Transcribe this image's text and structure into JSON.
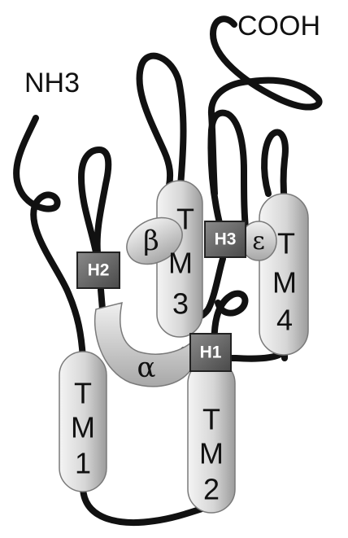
{
  "termini": {
    "n": "NH3",
    "c": "COOH"
  },
  "helices": {
    "tm1": [
      "T",
      "M",
      "1"
    ],
    "tm2": [
      "T",
      "M",
      "2"
    ],
    "tm3": [
      "T",
      "M",
      "3"
    ],
    "tm4": [
      "T",
      "M",
      "4"
    ],
    "alpha": "α",
    "beta": "β",
    "epsilon": "ε"
  },
  "boxes": {
    "h1": "H1",
    "h2": "H2",
    "h3": "H3"
  },
  "colors": {
    "chain": "#111111",
    "helix_light": "#f2f2f2",
    "helix_dark": "#9a9a9a",
    "box": "#6e6e6e"
  }
}
